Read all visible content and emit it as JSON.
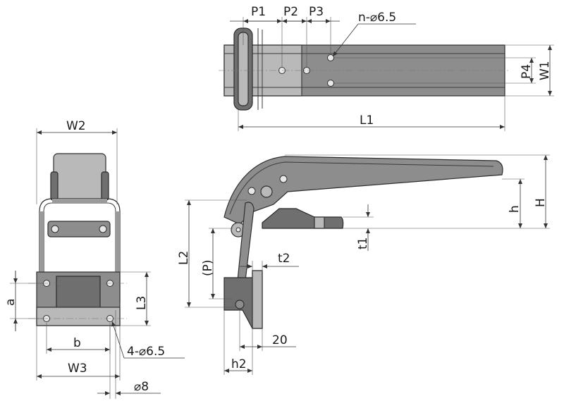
{
  "labels": {
    "P1": "P1",
    "P2": "P2",
    "P3": "P3",
    "n_hole": "n-⌀6.5",
    "P4": "P4",
    "W1": "W1",
    "L1": "L1",
    "W2": "W2",
    "a": "a",
    "L3": "L3",
    "b": "b",
    "hole_4": "4-⌀6.5",
    "W3": "W3",
    "d8": "⌀8",
    "L2": "L2",
    "P": "(P)",
    "t2": "t2",
    "h": "h",
    "H": "H",
    "t1": "t1",
    "twenty": "20",
    "h2": "h2"
  }
}
